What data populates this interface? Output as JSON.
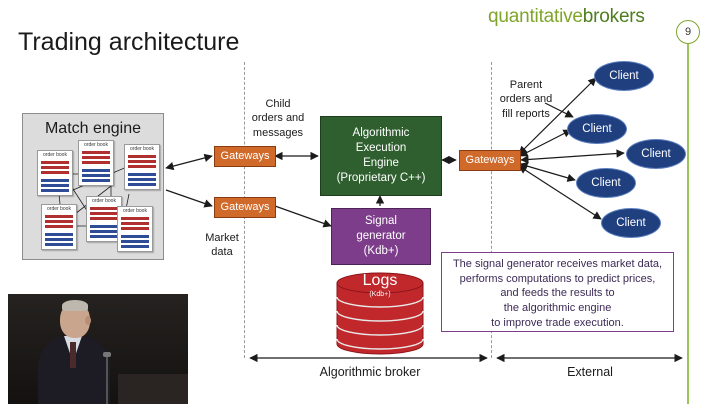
{
  "brand": {
    "part1": "quantitative",
    "part2": "brokers"
  },
  "page_number": "9",
  "title": "Trading architecture",
  "match_engine": {
    "title": "Match engine",
    "order_book_label": "order book"
  },
  "gateways": {
    "label": "Gateways"
  },
  "algo_engine": {
    "line1": "Algorithmic",
    "line2": "Execution",
    "line3": "Engine",
    "line4": "(Proprietary C++)"
  },
  "signal_generator": {
    "line1": "Signal",
    "line2": "generator",
    "line3": "(Kdb+)"
  },
  "logs": {
    "title": "Logs",
    "subtitle": "(Kdb+)"
  },
  "labels": {
    "child_line1": "Child",
    "child_line2": "orders and",
    "child_line3": "messages",
    "parent_line1": "Parent",
    "parent_line2": "orders and",
    "parent_line3": "fill reports",
    "market_line1": "Market",
    "market_line2": "data"
  },
  "clients": {
    "label": "Client"
  },
  "note": {
    "line1": "The signal generator receives market data,",
    "line2": "performs computations to predict prices,",
    "line3": "and feeds the results to",
    "line4": "the algorithmic engine",
    "line5": "to improve trade execution."
  },
  "bottom": {
    "algorithmic_broker": "Algorithmic broker",
    "external": "External"
  },
  "colors": {
    "gateway": "#cf6a2a",
    "algo_engine": "#2f5f2f",
    "signal_generator": "#7d3d8a",
    "logs": "#c0282c",
    "client": "#1f3f7f",
    "brand_light": "#7fa52a",
    "brand_dark": "#4d7d1d"
  }
}
